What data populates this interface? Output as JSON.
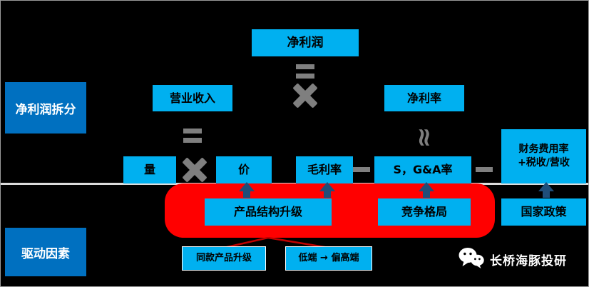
{
  "left_labels": {
    "decomposition": "净利润拆分",
    "drivers": "驱动因素"
  },
  "decomposition": {
    "net_profit": "净利润",
    "revenue": "营业收入",
    "net_margin": "净利率",
    "volume": "量",
    "price": "价",
    "gross_margin": "毛利率",
    "sga_rate": "S，G&A率",
    "fin_tax_rate": "财务费用率\n+税收/营收"
  },
  "operators": {
    "equals": "=",
    "times": "×",
    "approx": "≈",
    "minus": "−"
  },
  "drivers": {
    "product_structure_upgrade": "产品结构升级",
    "competitive_landscape": "竞争格局",
    "national_policy": "国家政策",
    "same_product_upgrade": "同款产品升级",
    "low_to_high_end": "低端 → 偏高端"
  },
  "footer": {
    "brand": "长桥海豚投研"
  },
  "colors": {
    "node_cyan": "#00B0F0",
    "label_blue": "#0070C0",
    "driver_red": "#FF0000",
    "arrow_navy": "#1F4E79",
    "operator_gray": "#7F7F7F",
    "background": "#000000"
  }
}
